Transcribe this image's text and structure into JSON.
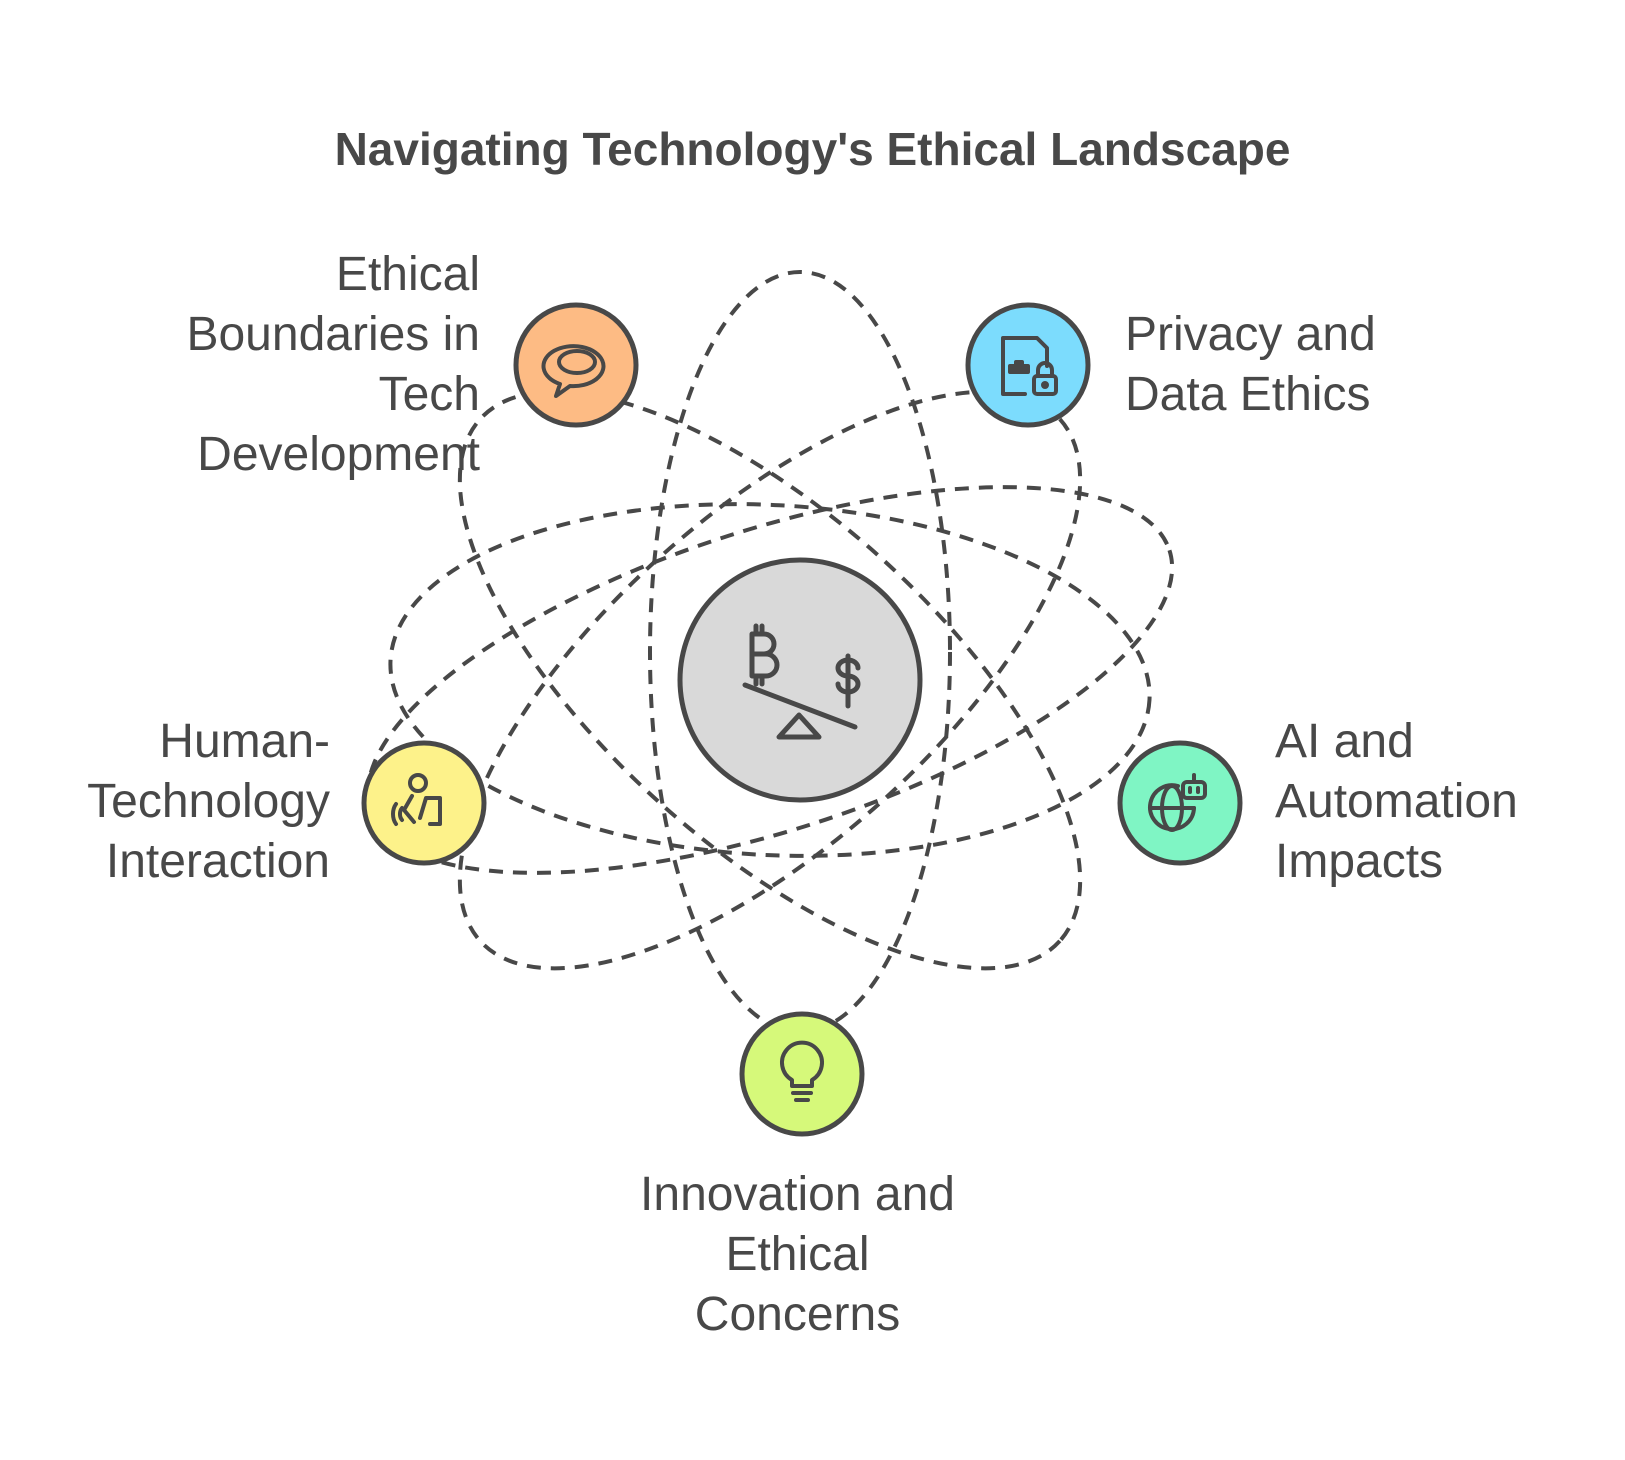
{
  "title": "Navigating Technology's Ethical Landscape",
  "center": {
    "icon": "balance-scale-bitcoin-dollar-icon",
    "fill": "#d9d9d9"
  },
  "nodes": [
    {
      "id": "ethical-boundaries",
      "label": "Ethical\nBoundaries in\nTech\nDevelopment",
      "icon": "speech-bubble-icon",
      "color": "#fdbb84"
    },
    {
      "id": "privacy",
      "label": "Privacy and\nData Ethics",
      "icon": "locked-document-icon",
      "color": "#7cdcfd"
    },
    {
      "id": "ai-automation",
      "label": "AI and\nAutomation\nImpacts",
      "icon": "robot-globe-icon",
      "color": "#7ff5c4"
    },
    {
      "id": "innovation",
      "label": "Innovation and\nEthical\nConcerns",
      "icon": "lightbulb-icon",
      "color": "#d6f97a"
    },
    {
      "id": "human-tech",
      "label": "Human-\nTechnology\nInteraction",
      "icon": "touch-device-icon",
      "color": "#fdf28a"
    }
  ],
  "colors": {
    "stroke": "#484848",
    "text": "#484848",
    "background": "#ffffff"
  }
}
